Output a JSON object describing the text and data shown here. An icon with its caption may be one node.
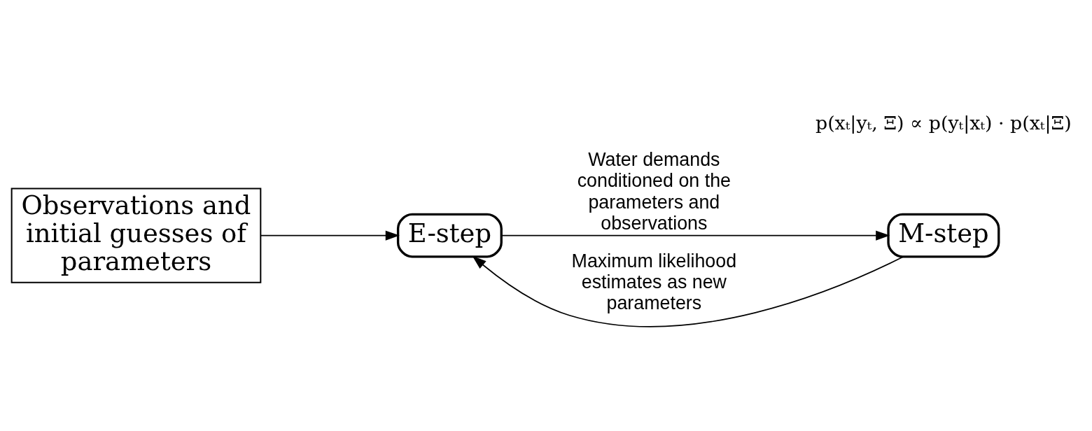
{
  "diagram": {
    "nodes": [
      {
        "text": [
          "Observations and initial guesses of parameters"
        ]
      },
      {
        "text": [
          "E-step"
        ]
      },
      {
        "text": [
          "M-step"
        ]
      }
    ],
    "edges": [
      {
        "from": 0,
        "to": 1,
        "arrow": "to"
      },
      {
        "from": 1,
        "to": 2,
        "arrow": "to",
        "label": "Water demands conditioned on the parameters and observations"
      },
      {
        "from": 2,
        "to": 1,
        "arrow": "to",
        "label": "Maximum likelihood estimates as new parameters"
      }
    ],
    "labels": [
      "p(xₜ|yₜ, Ξ) ∝ p(yₜ|xₜ) · p(xₜ|Ξ)"
    ]
  }
}
